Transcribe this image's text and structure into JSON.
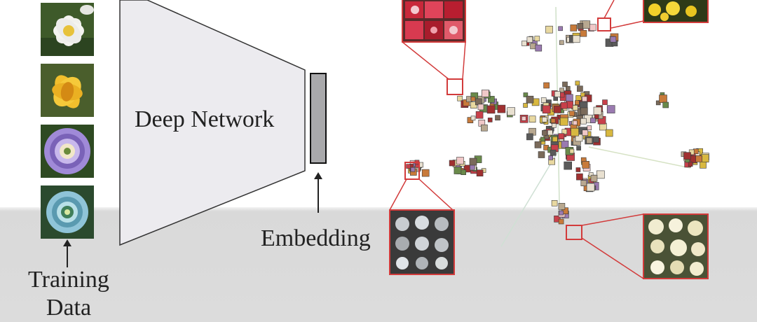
{
  "diagram": {
    "training_data_label": "Training\nData",
    "network_label": "Deep Network",
    "embedding_label": "Embedding"
  },
  "training_images": [
    {
      "subject": "white-cosmos-flower",
      "petal_color": "#f4f4f0",
      "center_color": "#e7c23a",
      "bg": "#3e5a2a"
    },
    {
      "subject": "yellow-canna-flower",
      "petal_color": "#f2bf2c",
      "center_color": "#d48a14",
      "bg": "#4a5e2c"
    },
    {
      "subject": "purple-passion-flower",
      "petal_color": "#a08ad8",
      "center_color": "#f1e7c8",
      "bg": "#2e4a22"
    },
    {
      "subject": "blue-passion-flower",
      "petal_color": "#8fc4d8",
      "center_color": "#3f7f5a",
      "bg": "#2b4a2e"
    }
  ],
  "colors": {
    "callout_border": "#d23b3b",
    "bar_fill": "#a9a9ab",
    "network_fill": "#ecebef"
  }
}
